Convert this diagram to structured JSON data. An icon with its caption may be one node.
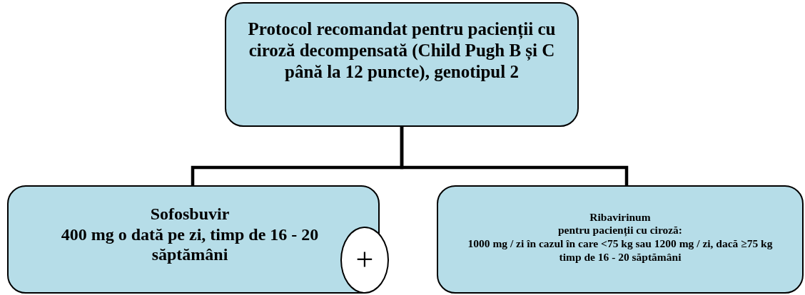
{
  "diagram": {
    "nodes": [
      {
        "text": [
          "Protocol recomandat pentru pacienții cu ciroză decompensată (Child Pugh B și C până la 12 puncte), genotipul 2"
        ]
      },
      {
        "text": [
          "Sofosbuvir",
          "400 mg o dată pe zi, timp de 16 - 20 săptămâni"
        ]
      },
      {
        "text": [
          "+"
        ]
      },
      {
        "text": [
          "Ribavirinum",
          "pentru pacienții cu ciroză:",
          "1000 mg / zi în cazul în care <75 kg sau 1200 mg / zi, dacă ≥75 kg",
          "timp de 16 - 20 săptămâni"
        ]
      }
    ],
    "edges": [
      {
        "from": 0,
        "to": 1,
        "arrow": "none"
      },
      {
        "from": 0,
        "to": 3,
        "arrow": "none"
      }
    ]
  }
}
